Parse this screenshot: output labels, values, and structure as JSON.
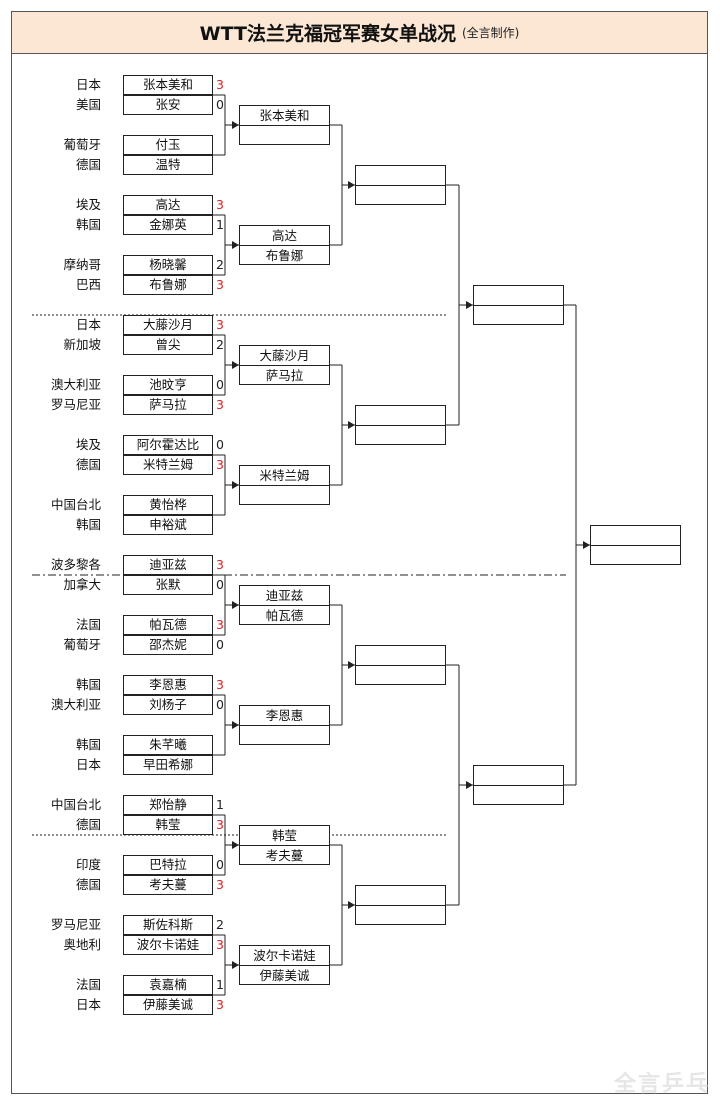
{
  "title": "WTT法兰克福冠军赛女单战况",
  "subtitle": "(全言制作)",
  "watermark": "全言乒乓",
  "colors": {
    "title_bg": "#fbe7d4",
    "win_score": "#e02020",
    "lose_score": "#222222",
    "line": "#222222"
  },
  "round1": [
    [
      {
        "country": "日本",
        "name": "张本美和",
        "score": "3",
        "win": true
      },
      {
        "country": "美国",
        "name": "张安",
        "score": "0",
        "win": false
      }
    ],
    [
      {
        "country": "葡萄牙",
        "name": "付玉",
        "score": "",
        "win": false
      },
      {
        "country": "德国",
        "name": "温特",
        "score": "",
        "win": false
      }
    ],
    [
      {
        "country": "埃及",
        "name": "高达",
        "score": "3",
        "win": true
      },
      {
        "country": "韩国",
        "name": "金娜英",
        "score": "1",
        "win": false
      }
    ],
    [
      {
        "country": "摩纳哥",
        "name": "杨晓馨",
        "score": "2",
        "win": false
      },
      {
        "country": "巴西",
        "name": "布鲁娜",
        "score": "3",
        "win": true
      }
    ],
    [
      {
        "country": "日本",
        "name": "大藤沙月",
        "score": "3",
        "win": true
      },
      {
        "country": "新加坡",
        "name": "曾尖",
        "score": "2",
        "win": false
      }
    ],
    [
      {
        "country": "澳大利亚",
        "name": "池旼亨",
        "score": "0",
        "win": false
      },
      {
        "country": "罗马尼亚",
        "name": "萨马拉",
        "score": "3",
        "win": true
      }
    ],
    [
      {
        "country": "埃及",
        "name": "阿尔霍达比",
        "score": "0",
        "win": false
      },
      {
        "country": "德国",
        "name": "米特兰姆",
        "score": "3",
        "win": true
      }
    ],
    [
      {
        "country": "中国台北",
        "name": "黄怡桦",
        "score": "",
        "win": false
      },
      {
        "country": "韩国",
        "name": "申裕斌",
        "score": "",
        "win": false
      }
    ],
    [
      {
        "country": "波多黎各",
        "name": "迪亚兹",
        "score": "3",
        "win": true
      },
      {
        "country": "加拿大",
        "name": "张默",
        "score": "0",
        "win": false
      }
    ],
    [
      {
        "country": "法国",
        "name": "帕瓦德",
        "score": "3",
        "win": true
      },
      {
        "country": "葡萄牙",
        "name": "邵杰妮",
        "score": "0",
        "win": false
      }
    ],
    [
      {
        "country": "韩国",
        "name": "李恩惠",
        "score": "3",
        "win": true
      },
      {
        "country": "澳大利亚",
        "name": "刘杨子",
        "score": "0",
        "win": false
      }
    ],
    [
      {
        "country": "韩国",
        "name": "朱芊曦",
        "score": "",
        "win": false
      },
      {
        "country": "日本",
        "name": "早田希娜",
        "score": "",
        "win": false
      }
    ],
    [
      {
        "country": "中国台北",
        "name": "郑怡静",
        "score": "1",
        "win": false
      },
      {
        "country": "德国",
        "name": "韩莹",
        "score": "3",
        "win": true
      }
    ],
    [
      {
        "country": "印度",
        "name": "巴特拉",
        "score": "0",
        "win": false
      },
      {
        "country": "德国",
        "name": "考夫蔓",
        "score": "3",
        "win": true
      }
    ],
    [
      {
        "country": "罗马尼亚",
        "name": "斯佐科斯",
        "score": "2",
        "win": false
      },
      {
        "country": "奥地利",
        "name": "波尔卡诺娃",
        "score": "3",
        "win": true
      }
    ],
    [
      {
        "country": "法国",
        "name": "袁嘉楠",
        "score": "1",
        "win": false
      },
      {
        "country": "日本",
        "name": "伊藤美诚",
        "score": "3",
        "win": true
      }
    ]
  ],
  "round2": [
    [
      "张本美和",
      ""
    ],
    [
      "高达",
      "布鲁娜"
    ],
    [
      "大藤沙月",
      "萨马拉"
    ],
    [
      "米特兰姆",
      ""
    ],
    [
      "迪亚兹",
      "帕瓦德"
    ],
    [
      "李恩惠",
      ""
    ],
    [
      "韩莹",
      "考夫蔓"
    ],
    [
      "波尔卡诺娃",
      "伊藤美诚"
    ]
  ],
  "round3": [
    [
      "",
      ""
    ],
    [
      "",
      ""
    ],
    [
      "",
      ""
    ],
    [
      "",
      ""
    ]
  ],
  "semis": [
    [
      "",
      ""
    ],
    [
      "",
      ""
    ]
  ],
  "final": [
    "",
    ""
  ]
}
